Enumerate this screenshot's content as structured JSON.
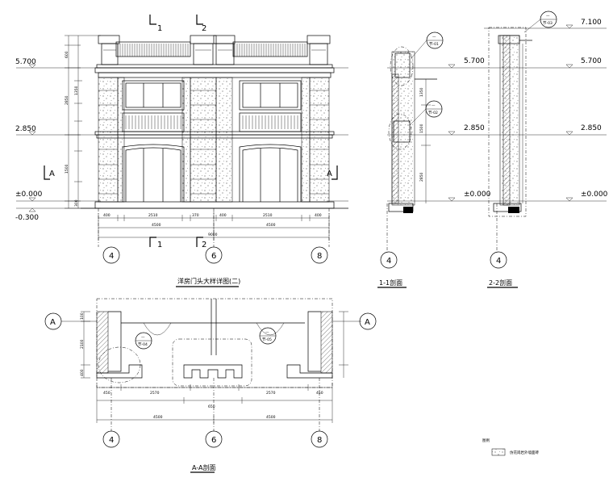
{
  "elevation": {
    "title": "洋房门头大样详图(二)",
    "levels": [
      "5.700",
      "2.850",
      "±0.000",
      "-0.300"
    ],
    "section_marks": [
      "1",
      "2",
      "1",
      "2"
    ],
    "cut_marks": [
      "A",
      "A"
    ],
    "axes": [
      "4",
      "6",
      "8"
    ],
    "dims_row1": [
      "400",
      "2510",
      "370",
      "400",
      "2510",
      "400"
    ],
    "dims_row2": [
      "4500",
      "4500"
    ],
    "dims_total": "9000",
    "dims_vert": [
      "600",
      "2850",
      "1500",
      "1350",
      "300"
    ]
  },
  "section_1": {
    "title": "1-1剖面",
    "levels": [
      "5.700",
      "2.850",
      "±0.000"
    ],
    "axis": "4",
    "details": [
      {
        "top": "—",
        "bottom": "节-01"
      },
      {
        "top": "—",
        "bottom": "节-02"
      }
    ],
    "dims_vert": [
      "1350",
      "1500",
      "2850"
    ]
  },
  "section_2": {
    "title": "2-2剖面",
    "levels": [
      "7.100",
      "5.700",
      "2.850",
      "±0.000"
    ],
    "axis": "4",
    "details": [
      {
        "top": "—",
        "bottom": "节-03"
      }
    ]
  },
  "plan": {
    "title": "A-A剖面",
    "cut_marks": [
      "A",
      "A"
    ],
    "axes": [
      "4",
      "6",
      "8"
    ],
    "details": [
      {
        "top": "—",
        "bottom": "节-04"
      },
      {
        "top": "—",
        "bottom": "节-05"
      }
    ],
    "dims_row1": [
      "450",
      "2570",
      "650",
      "2570",
      "450"
    ],
    "dims_row2": [
      "4500",
      "4500"
    ],
    "dims_vert": [
      "100",
      "2100",
      "400"
    ]
  },
  "legend": {
    "title": "图例",
    "items": [
      {
        "label": "仿花岗岩外墙面砖"
      }
    ]
  }
}
